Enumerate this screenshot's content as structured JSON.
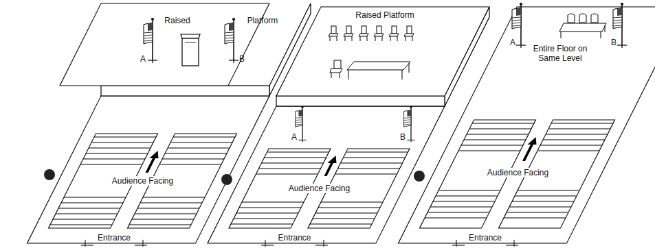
{
  "diagram": {
    "labels": [
      "Raised",
      "Platform",
      "A",
      "B",
      "Audience Facing",
      "Entrance",
      "Raised Platform",
      "A",
      "B",
      "Audience Facing",
      "Entrance",
      "Entire Floor on Same Level",
      "A",
      "B",
      "Audience Facing",
      "Entrance"
    ]
  }
}
